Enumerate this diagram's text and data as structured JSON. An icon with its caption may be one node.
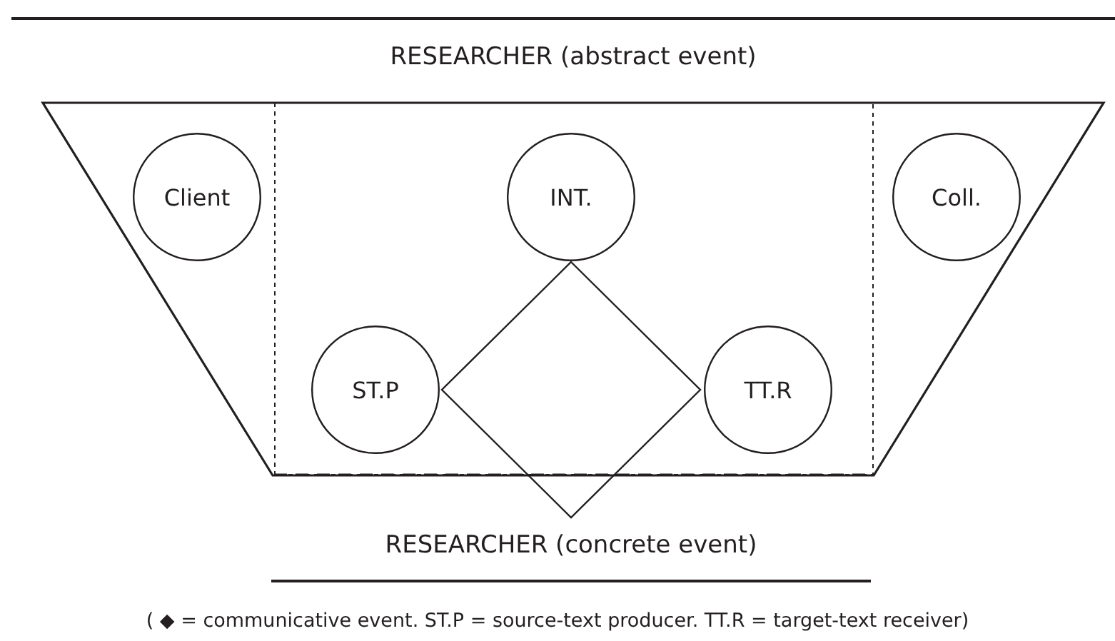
{
  "diagram": {
    "nodes": [
      {
        "text": [
          "RESEARCHER (abstract event)"
        ]
      },
      {
        "text": [],
        "shape": "box",
        "in": 0
      },
      {
        "text": [
          "Client"
        ],
        "in": 0
      },
      {
        "text": [
          "INT."
        ],
        "in": 1
      },
      {
        "text": [
          "Coll."
        ],
        "in": 0
      },
      {
        "text": [
          "ST.P"
        ],
        "in": 1
      },
      {
        "text": [],
        "shape": "diamond"
      },
      {
        "text": [
          "TT.R"
        ],
        "in": 1
      }
    ],
    "labels": [
      "RESEARCHER (concrete event)"
    ],
    "caption": "( ◆ = communicative event. ST.P = source-text producer. TT.R = target-text receiver)"
  }
}
